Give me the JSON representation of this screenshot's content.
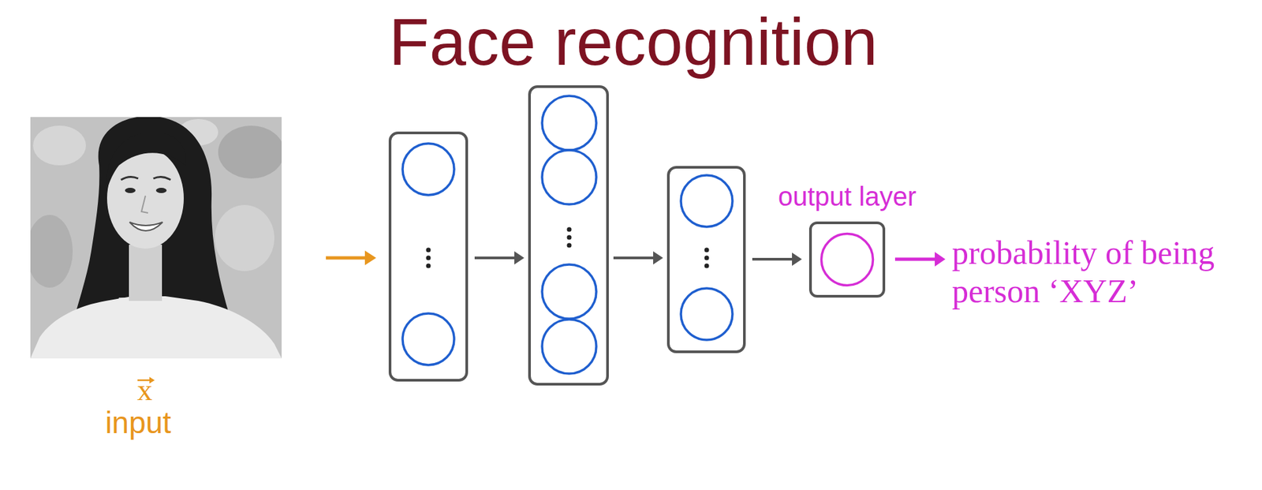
{
  "diagram": {
    "title": "Face recognition",
    "nodes": [
      {
        "text": [
          "output layer"
        ]
      }
    ],
    "labels": [
      "x",
      "input",
      "probability of being person ‘XYZ’"
    ]
  }
}
